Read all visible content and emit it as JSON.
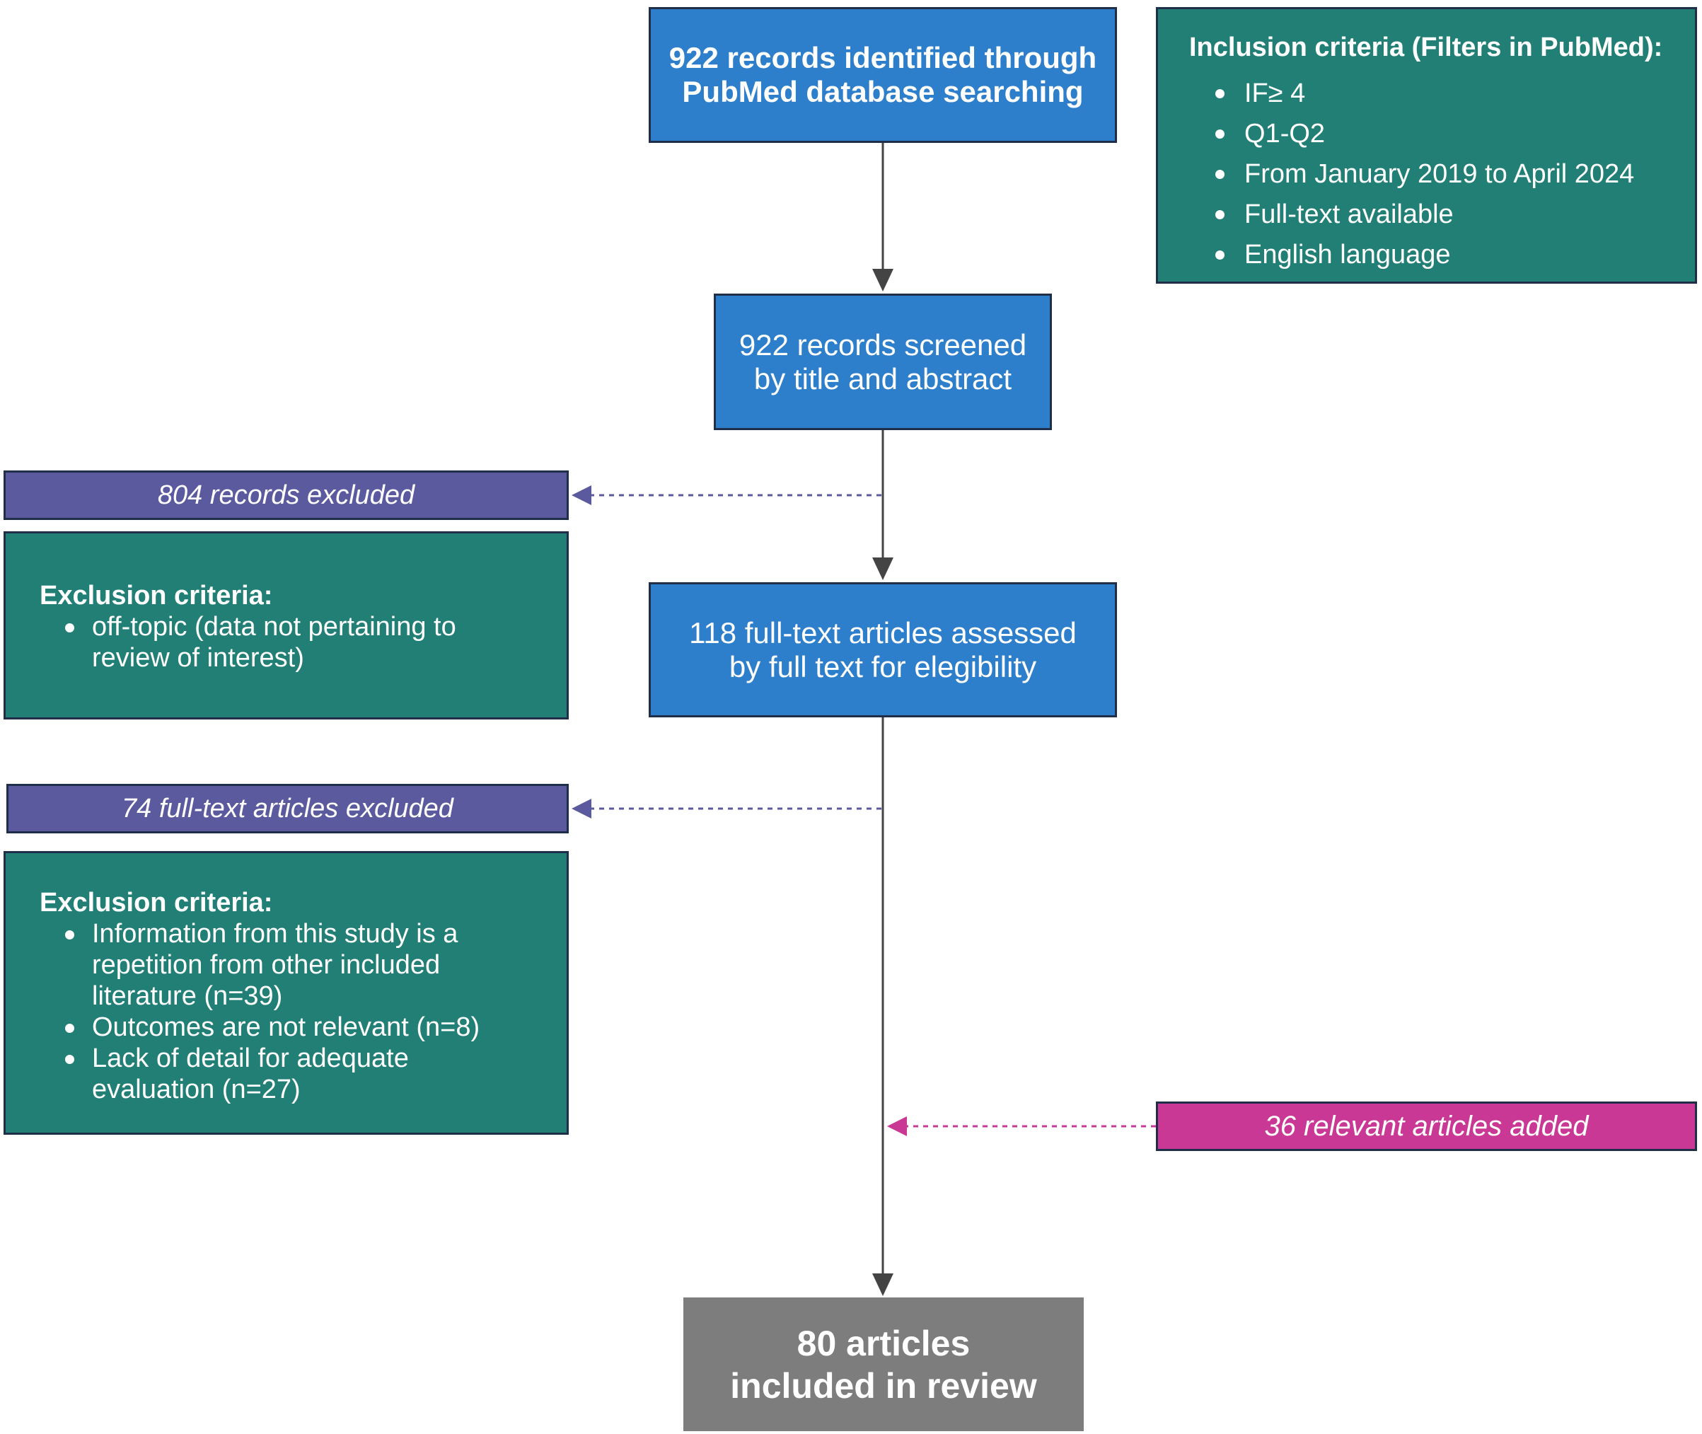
{
  "boxes": {
    "identified": [
      "922 records identified through",
      "PubMed database searching"
    ],
    "screened": [
      "922 records screened",
      "by title and abstract"
    ],
    "assessed": [
      "118 full-text articles assessed",
      "by full text for elegibility"
    ],
    "included": [
      "80 articles",
      "included in review"
    ]
  },
  "inclusion": {
    "title": "Inclusion criteria (Filters in PubMed):",
    "items": [
      "IF≥ 4",
      "Q1-Q2",
      "From January 2019 to April 2024",
      "Full-text available",
      "English language"
    ]
  },
  "excluded_records": "804 records excluded",
  "exclusion_1": {
    "title": "Exclusion criteria:",
    "items": [
      [
        "off-topic (data not pertaining to",
        "review of interest)"
      ]
    ]
  },
  "excluded_fulltext": "74 full-text articles excluded",
  "exclusion_2": {
    "title": "Exclusion criteria:",
    "items": [
      [
        "Information from this study is a",
        "repetition from other included",
        "literature (n=39)"
      ],
      [
        "Outcomes are not relevant (n=8)"
      ],
      [
        "Lack of detail for adequate",
        "evaluation (n=27)"
      ]
    ]
  },
  "added": "36 relevant articles added",
  "colors": {
    "blue": "#2e7fcb",
    "teal": "#217f75",
    "purple": "#5b5a9e",
    "magenta": "#c93894",
    "gray": "#7d7d7d",
    "arrow": "#444444"
  }
}
